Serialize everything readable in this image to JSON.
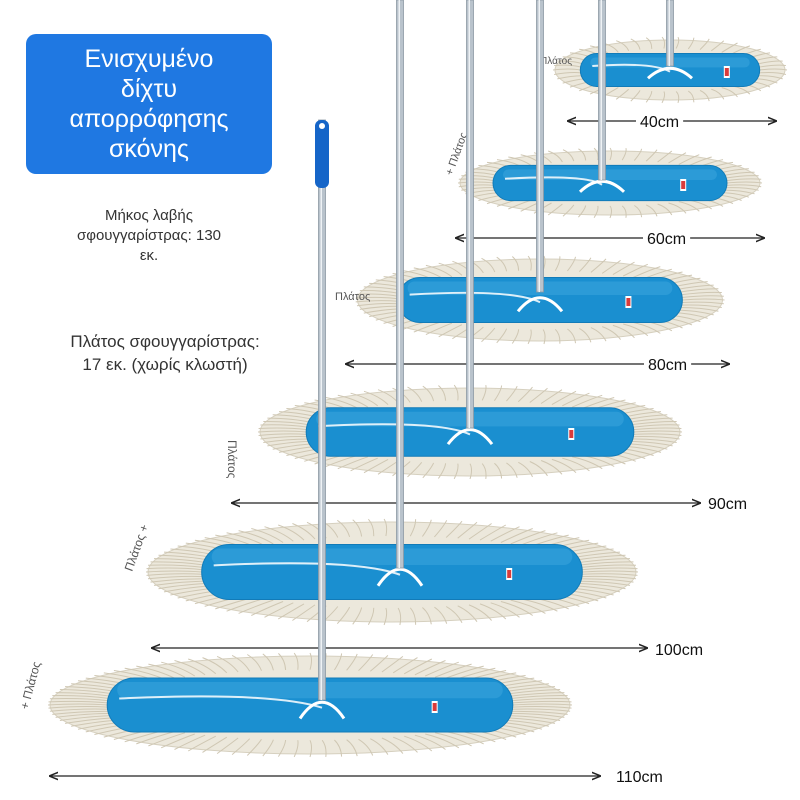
{
  "banner": {
    "lines": [
      "Ενισχυμένο",
      "δίχτυ",
      "απορρόφησης",
      "σκόνης"
    ]
  },
  "specs": {
    "handle_lines": [
      "Μήκος λαβής",
      "σφουγγαρίστρας: 130",
      "εκ."
    ],
    "width_lines": [
      "Πλάτος σφουγγαρίστρας:",
      "17 εκ. (χωρίς κλωστή)"
    ]
  },
  "width_label": "Πλάτος",
  "mops": [
    {
      "size": "40cm",
      "width_note": "Πλάτος"
    },
    {
      "size": "60cm",
      "width_note": "+ Πλάτος"
    },
    {
      "size": "80cm",
      "width_note": "Πλάτος"
    },
    {
      "size": "90cm",
      "width_note": "Πλάτος"
    },
    {
      "size": "100cm",
      "width_note": "Πλάτος +"
    },
    {
      "size": "110cm",
      "width_note": "+ Πλάτος"
    }
  ],
  "colors": {
    "banner": "#1f78e2",
    "mop_pad": "#1a8fd0",
    "mop_pad_light": "#4fb2e6",
    "fringe": "#ece8dc",
    "handle": "#b9c3cc",
    "grip": "#1565c8"
  }
}
